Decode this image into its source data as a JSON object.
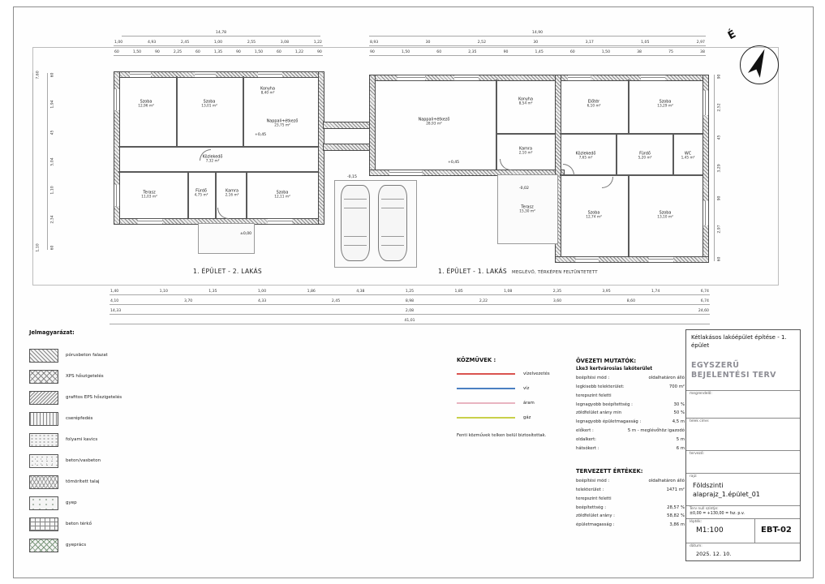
{
  "north": {
    "label": "É"
  },
  "plan": {
    "left_label": "1. ÉPÜLET - 2. LAKÁS",
    "right_label": "1. ÉPÜLET - 1. LAKÁS",
    "right_note": "MEGLÉVŐ, TÉRKÉPEN FELTÜNTETETT",
    "levels": {
      "a": "+0,45",
      "b": "±0,00",
      "c": "-0,02",
      "d": "+0,45",
      "e": "-0,15"
    },
    "rooms_left": [
      {
        "name": "Szoba",
        "area": "12,96 m²"
      },
      {
        "name": "Szoba",
        "area": "13,01 m²"
      },
      {
        "name": "Konyha",
        "area": "8,40 m²"
      },
      {
        "name": "Nappali+étkező",
        "area": "23,75 m²"
      },
      {
        "name": "Közlekedő",
        "area": "7,32 m²"
      },
      {
        "name": "Terasz",
        "area": "11,03 m²"
      },
      {
        "name": "Fürdő",
        "area": "4,75 m²"
      },
      {
        "name": "Kamra",
        "area": "2,16 m²"
      },
      {
        "name": "Szoba",
        "area": "12,11 m²"
      }
    ],
    "rooms_right": [
      {
        "name": "Nappali+étkező",
        "area": "28,93 m²"
      },
      {
        "name": "Konyha",
        "area": "8,54 m²"
      },
      {
        "name": "Kamra",
        "area": "2,10 m²"
      },
      {
        "name": "Előtér",
        "area": "6,10 m²"
      },
      {
        "name": "Szoba",
        "area": "13,29 m²"
      },
      {
        "name": "Közlekedő",
        "area": "7,65 m²"
      },
      {
        "name": "Fürdő",
        "area": "5,20 m²"
      },
      {
        "name": "WC",
        "area": "1,45 m²"
      },
      {
        "name": "Szoba",
        "area": "12,74 m²"
      },
      {
        "name": "Szoba",
        "area": "13,10 m²"
      },
      {
        "name": "Terasz",
        "area": "15,30 m²"
      }
    ],
    "dims": {
      "top_a_left": [
        "14,78"
      ],
      "top_b_left": [
        "1,00",
        "4,93",
        "2,45",
        "1,00",
        "2,55",
        "3,08",
        "1,22"
      ],
      "top_c_left": [
        "60",
        "1,50",
        "90",
        "2,25",
        "60",
        "1,35",
        "90",
        "1,50",
        "60",
        "1,22",
        "90"
      ],
      "top_a_right": [
        "14,90"
      ],
      "top_b_right": [
        "8,93",
        "30",
        "2,52",
        "30",
        "3,17",
        "1,05",
        "2,97"
      ],
      "top_c_right": [
        "90",
        "1,50",
        "60",
        "2,35",
        "90",
        "1,45",
        "60",
        "1,50",
        "38",
        "75",
        "38"
      ],
      "left_col_a": [
        "7,60",
        "1,10"
      ],
      "left_col_b": [
        "60",
        "1,94",
        "45",
        "5,04",
        "1,10",
        "2,34",
        "60"
      ],
      "right_col": [
        "90",
        "2,52",
        "45",
        "3,29",
        "90",
        "2,97",
        "60"
      ],
      "bottom_a": [
        "1,40",
        "1,10",
        "1,35",
        "1,00",
        "1,86",
        "4,38",
        "1,25",
        "1,85",
        "1,08",
        "2,35",
        "3,95",
        "1,74",
        "6,74"
      ],
      "bottom_b": [
        "4,10",
        "3,70",
        "4,33",
        "2,45",
        "8,98",
        "2,22",
        "3,60",
        "8,60",
        "6,74"
      ],
      "bottom_c": [
        "14,33",
        "2,08",
        "24,60"
      ],
      "bottom_d": [
        "41,01"
      ]
    }
  },
  "legend": {
    "title": "Jelmagyarázat:",
    "items": [
      {
        "label": "pórusbeton falazat"
      },
      {
        "label": "XPS hőszigetelés"
      },
      {
        "label": "grafitos EPS hőszigetelés"
      },
      {
        "label": "cserépfedés"
      },
      {
        "label": "folyami kavics"
      },
      {
        "label": "beton/vasbeton"
      },
      {
        "label": "tömörített talaj"
      },
      {
        "label": "gyep"
      },
      {
        "label": "beton térkő"
      },
      {
        "label": "gyeprács"
      }
    ]
  },
  "utilities": {
    "title": "KÖZMŰVEK :",
    "items": [
      {
        "label": "vízelvezetés",
        "color": "#d9534f"
      },
      {
        "label": "víz",
        "color": "#4a7fc1"
      },
      {
        "label": "áram",
        "color": "#e8b4c0"
      },
      {
        "label": "gáz",
        "color": "#c9d04a"
      }
    ],
    "note": "Fenti közművek telken belül biztosítottak."
  },
  "zoning": {
    "title": "ÖVEZETI MUTATÓK:",
    "subtitle": "Lke3 kertvárosias lakóterület",
    "rows": [
      {
        "label": "beépítési mód :",
        "value": "oldalhatáron álló"
      },
      {
        "label": "legkisebb telekterület:",
        "value": "700 m²"
      },
      {
        "label": "terepszint feletti",
        "value": ""
      },
      {
        "label": "legnagyobb beépítettség :",
        "value": "30 %"
      },
      {
        "label": "zöldfelület arány min",
        "value": "50 %"
      },
      {
        "label": "legnagyobb épületmagasság :",
        "value": "4,5 m"
      },
      {
        "label": "előkert :",
        "value": "5 m - meglévőhöz igazodó"
      },
      {
        "label": "oldalkert:",
        "value": "5 m"
      },
      {
        "label": "hátsókert :",
        "value": "6 m"
      }
    ]
  },
  "planned": {
    "title": "TERVEZETT ÉRTÉKEK:",
    "rows": [
      {
        "label": "beépítési mód :",
        "value": "oldalhatáron álló"
      },
      {
        "label": "telekterület :",
        "value": "1471 m²"
      },
      {
        "label": "terepszint feletti",
        "value": ""
      },
      {
        "label": "beépítettség :",
        "value": "28,57 %"
      },
      {
        "label": "zöldfelület arány :",
        "value": "58,82 %"
      },
      {
        "label": "épületmagasság :",
        "value": "3,86 m"
      }
    ]
  },
  "titleblock": {
    "project_title": "Kétlakásos lakóépület építése - 1. épület",
    "doc_type_1": "EGYSZERŰ",
    "doc_type_2": "BEJELENTÉSI TERV",
    "client_label": "megrendelő:",
    "address_label": "telek címe:",
    "designer_label": "tervező:",
    "drawing_label": "rajz:",
    "drawing_name_1": "Földszinti",
    "drawing_name_2": "alaprajz_1.épület_01",
    "level_ref_label": "Terv null szintje:",
    "level_ref_value": "±0,00 = +130,00 = fsz. p.v.",
    "scale_label": "lépték:",
    "scale_value": "M1:100",
    "sheet_code": "EBT-02",
    "date_label": "dátum:",
    "date_value": "2025. 12. 10."
  }
}
